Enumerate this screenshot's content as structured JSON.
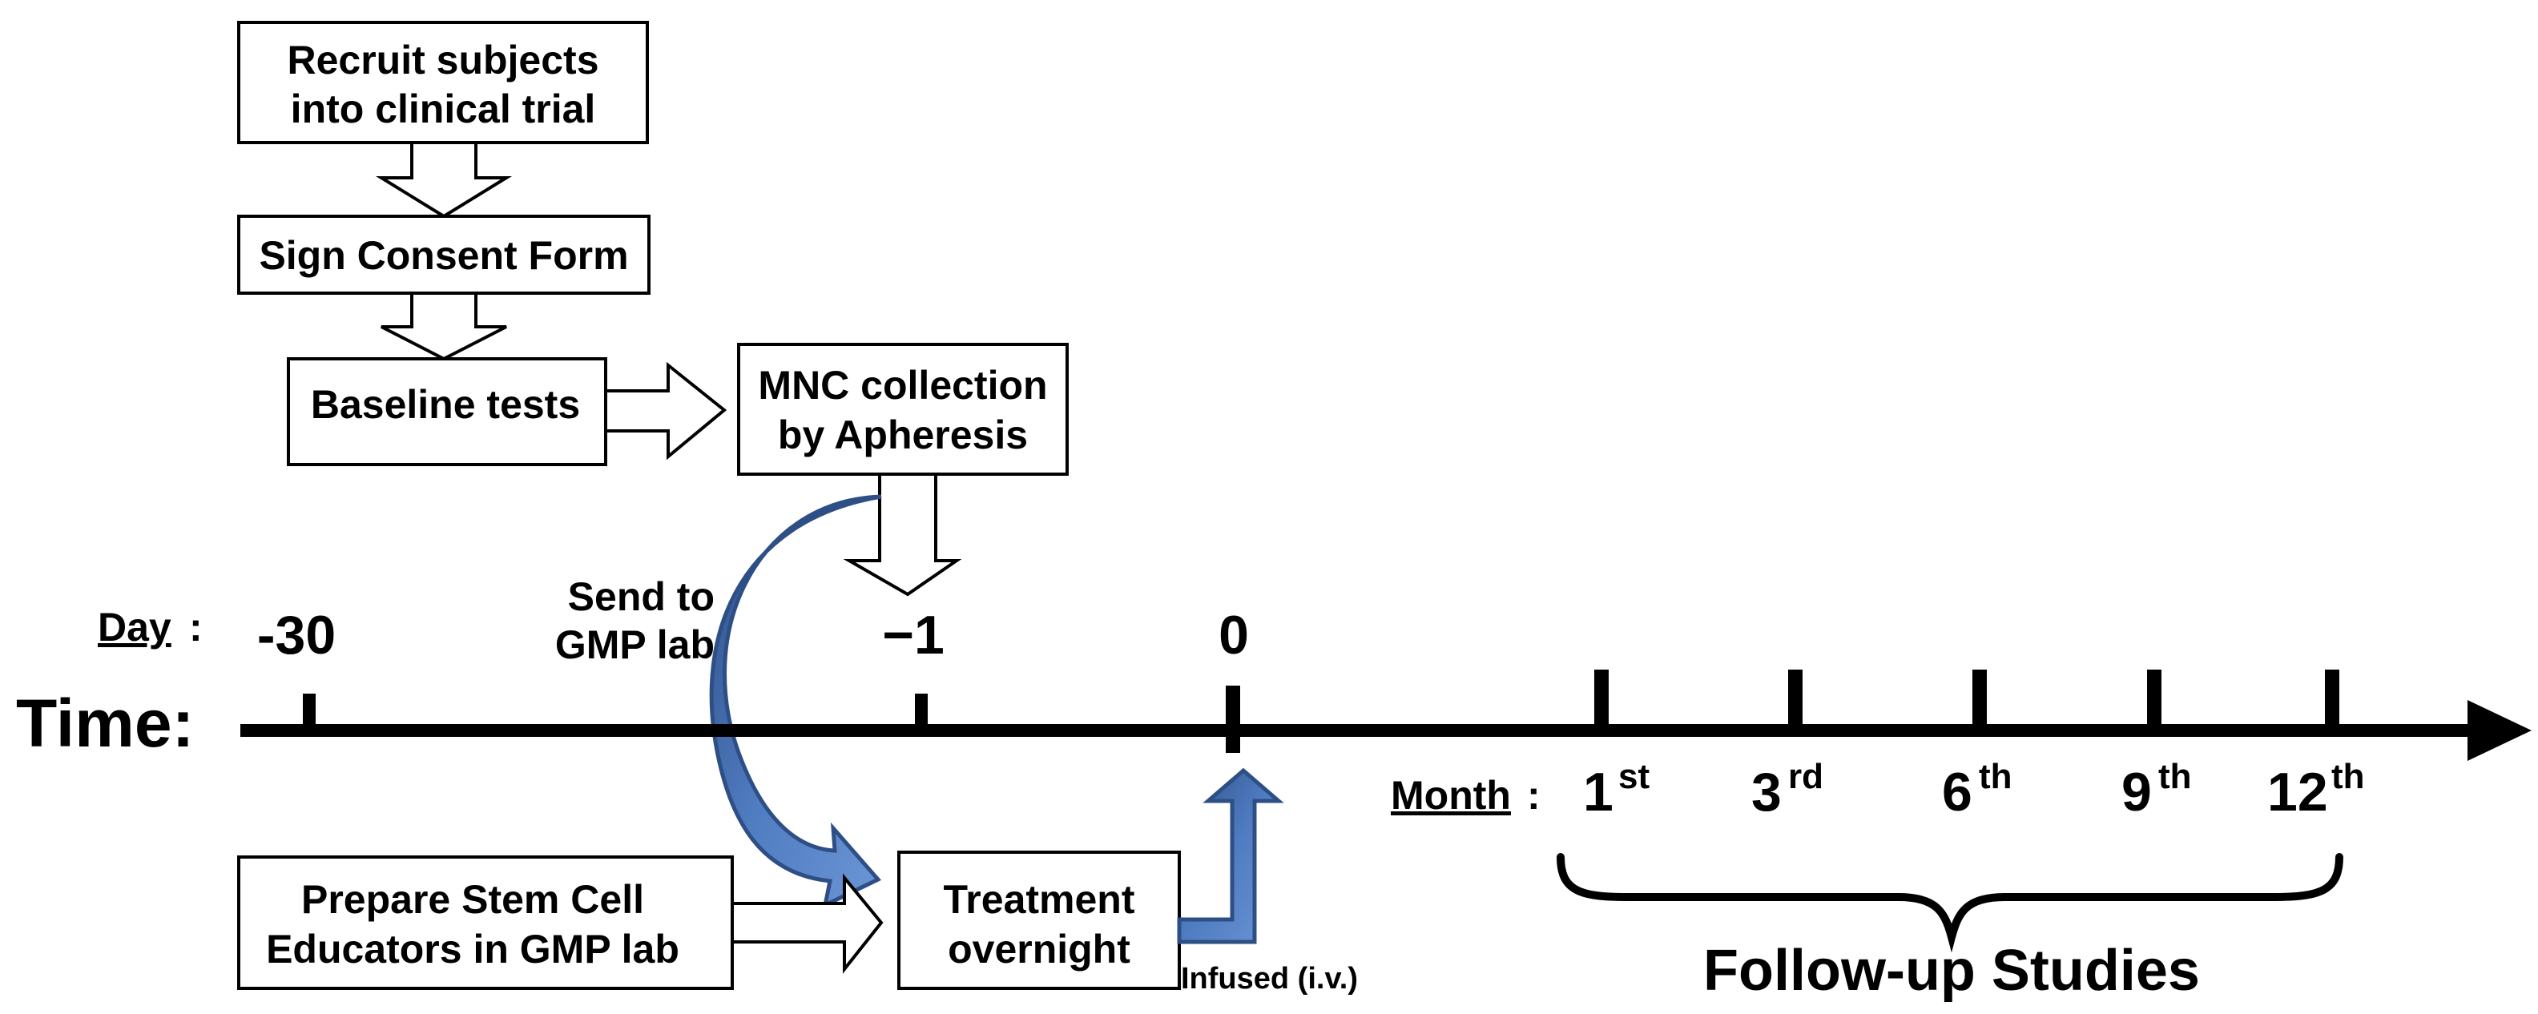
{
  "flow": {
    "recruit": {
      "line1": "Recruit subjects",
      "line2": "into clinical trial"
    },
    "consent": {
      "label": "Sign Consent Form"
    },
    "baseline": {
      "label": "Baseline tests"
    },
    "mnc": {
      "line1": "MNC collection",
      "line2": "by Apheresis"
    },
    "send": {
      "line1": "Send to",
      "line2": "GMP lab"
    },
    "prepare": {
      "line1": "Prepare Stem Cell",
      "line2": "Educators in GMP lab"
    },
    "treatment": {
      "line1": "Treatment",
      "line2": "overnight"
    },
    "infused": {
      "label": "Infused (i.v.)"
    }
  },
  "timeline": {
    "time_label": "Time:",
    "day_label": "Day",
    "day_colon": ":",
    "days": [
      "-30",
      "−1",
      "0"
    ],
    "month_label": "Month",
    "month_colon": ":",
    "months": [
      {
        "num": "1",
        "sup": "st"
      },
      {
        "num": "3",
        "sup": "rd"
      },
      {
        "num": "6",
        "sup": "th"
      },
      {
        "num": "9",
        "sup": "th"
      },
      {
        "num": "12",
        "sup": "th"
      }
    ],
    "followup": "Follow-up Studies"
  },
  "colors": {
    "line": "#000000",
    "blue_arrow": "#4a72b0",
    "blue_arrow_dark": "#2e4f86"
  }
}
